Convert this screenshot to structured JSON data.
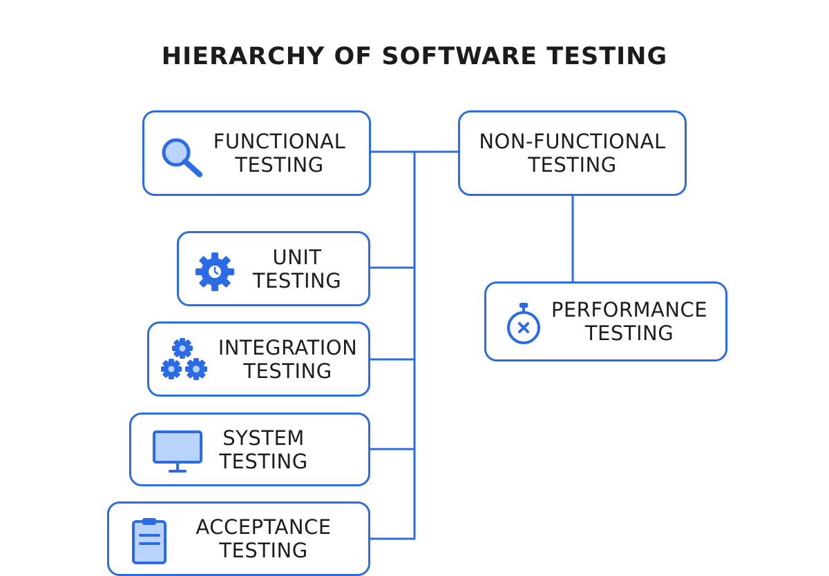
{
  "title": "HIERARCHY OF SOFTWARE TESTING",
  "colors": {
    "accent": "#2b6be4",
    "icon_fill": "#b9d3fb",
    "text": "#1d1d1d"
  },
  "nodes": {
    "functional": {
      "line1": "FUNCTIONAL",
      "line2": "TESTING",
      "icon": "magnifier-icon"
    },
    "non_functional": {
      "line1": "NON-FUNCTIONAL",
      "line2": "TESTING"
    },
    "unit": {
      "line1": "UNIT",
      "line2": "TESTING",
      "icon": "gear-icon"
    },
    "integration": {
      "line1": "INTEGRATION",
      "line2": "TESTING",
      "icon": "gears-icon"
    },
    "system": {
      "line1": "SYSTEM",
      "line2": "TESTING",
      "icon": "monitor-icon"
    },
    "acceptance": {
      "line1": "ACCEPTANCE",
      "line2": "TESTING",
      "icon": "clipboard-icon"
    },
    "performance": {
      "line1": "PERFORMANCE",
      "line2": "TESTING",
      "icon": "stopwatch-icon"
    }
  }
}
